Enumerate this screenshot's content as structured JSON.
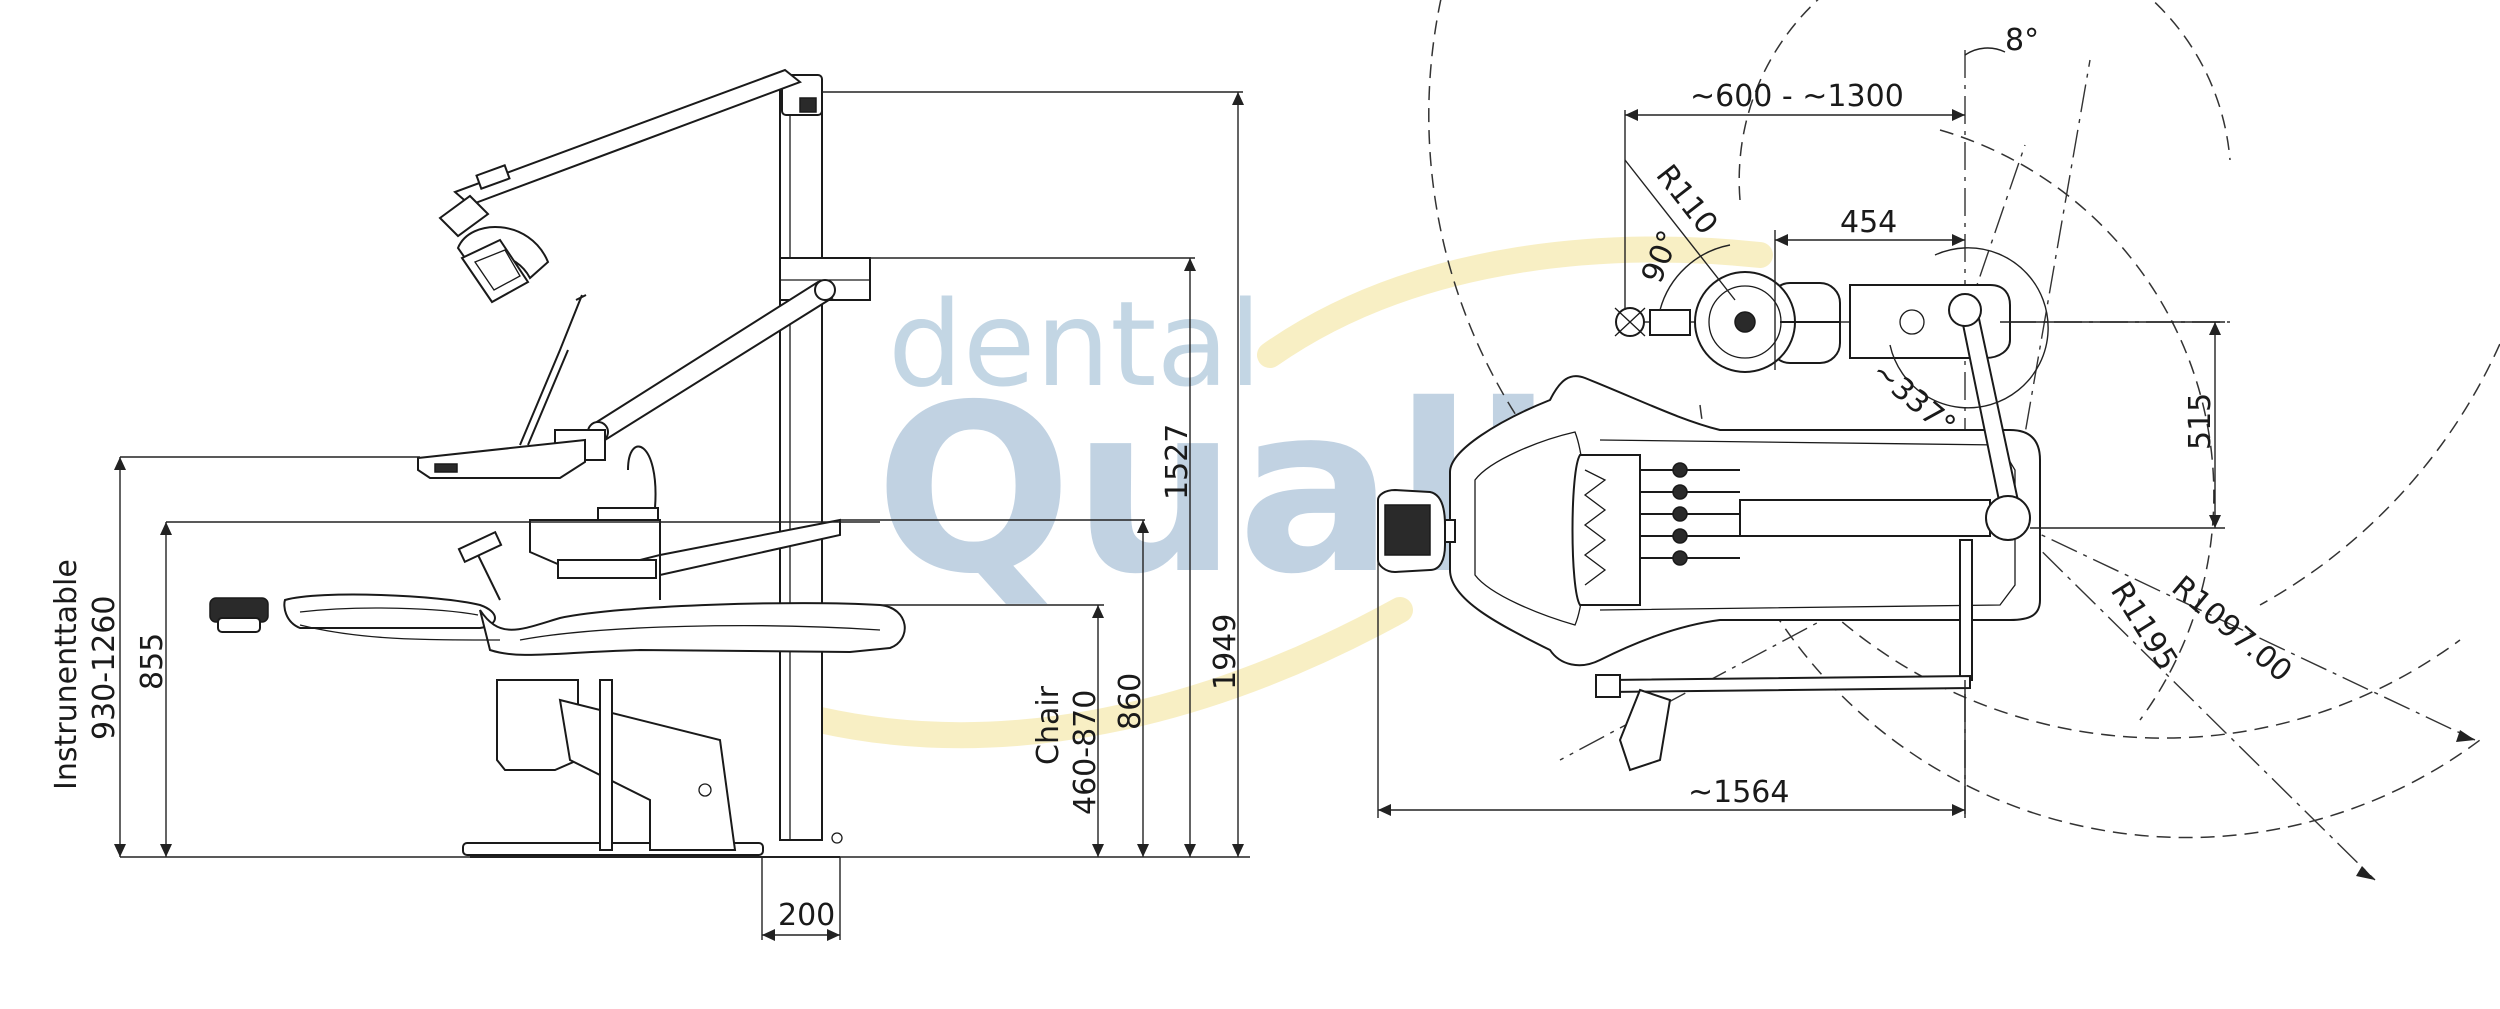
{
  "watermark": {
    "line1": "dental",
    "line2": "Quality",
    "text_color": "#b2c8dc",
    "swoosh_color": "#f6eab0"
  },
  "side_view": {
    "labels": {
      "instrument_table_title": "Instrunenttable",
      "instrument_table_range": "930-1260",
      "chair_title": "Chair",
      "chair_range": "460-870",
      "height_855": "855",
      "height_860": "860",
      "height_1527": "1527",
      "height_1949": "1949",
      "depth_200": "200"
    }
  },
  "top_view": {
    "labels": {
      "reach_range": "~600 - ~1300",
      "arm_angle_top": "8°",
      "radius_110": "R110",
      "angle_90": "90°",
      "span_454": "454",
      "rotation_337": "~337°",
      "offset_515": "515",
      "radius_1195": "R1195",
      "radius_1097": "R1097.00",
      "length_1564": "~1564"
    }
  },
  "colors": {
    "line": "#1a1a1a",
    "background": "#ffffff"
  }
}
